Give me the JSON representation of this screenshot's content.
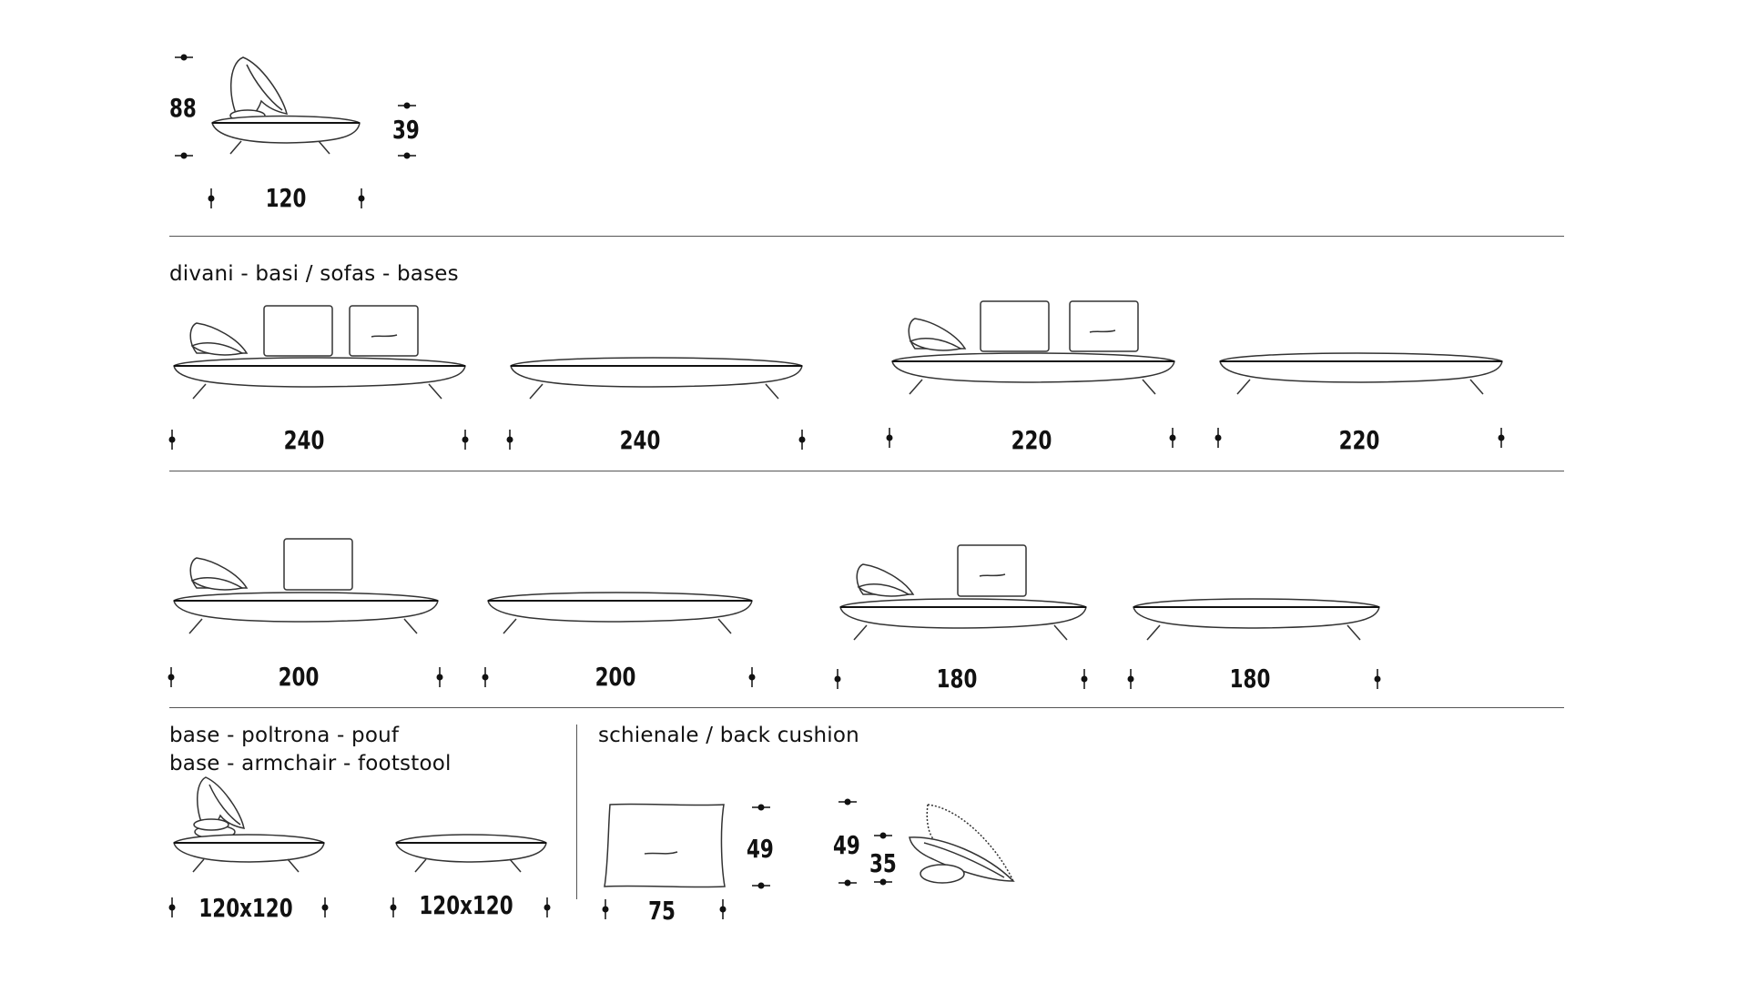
{
  "sections": {
    "sofas_bases_title": "divani - basi / sofas - bases",
    "base_armchair_title_it": "base - poltrona - pouf",
    "base_armchair_title_en": "base - armchair - footstool",
    "back_cushion_title": "schienale / back cushion"
  },
  "chaise": {
    "height": "88",
    "seat_height": "39",
    "width": "120"
  },
  "sofas_row1": [
    {
      "width": "240"
    },
    {
      "width": "240"
    },
    {
      "width": "220"
    },
    {
      "width": "220"
    }
  ],
  "sofas_row2": [
    {
      "width": "200"
    },
    {
      "width": "200"
    },
    {
      "width": "180"
    },
    {
      "width": "180"
    }
  ],
  "armchair": {
    "size": "120x120"
  },
  "footstool": {
    "size": "120x120"
  },
  "cushion_square": {
    "width": "75",
    "height": "49"
  },
  "cushion_wedge": {
    "height": "49",
    "thickness": "35"
  }
}
